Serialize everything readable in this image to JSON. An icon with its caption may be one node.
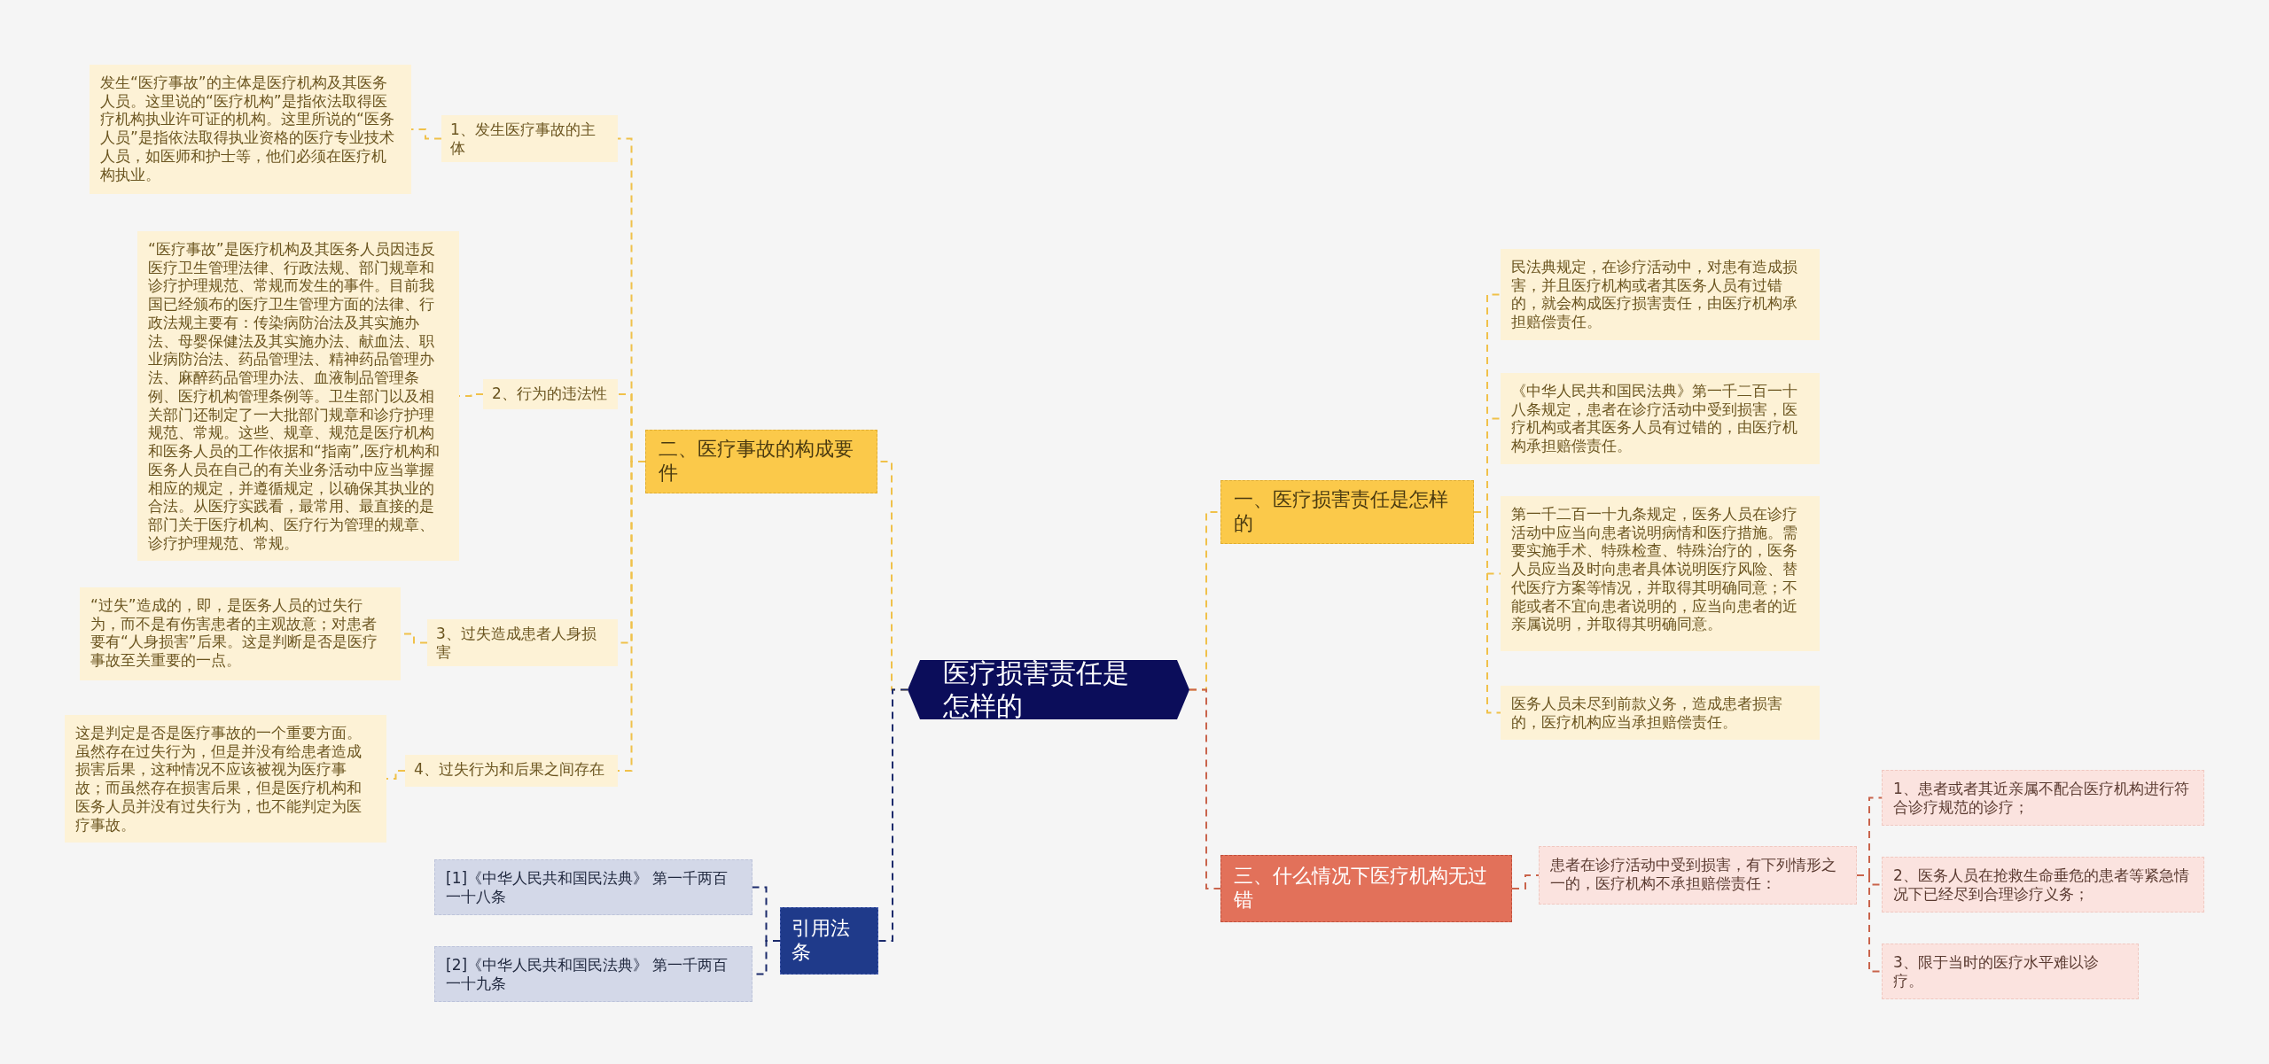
{
  "diagram": {
    "nodes": [
      {
        "text": [
          "医疗损害责任是怎样的"
        ]
      },
      {
        "text": [
          "二、医疗事故的构成要件"
        ]
      },
      {
        "text": [
          "1、发生医疗事故的主体"
        ]
      },
      {
        "text": [
          "发生“医疗事故”的主体是医疗机构及其医务人员。这里说的“医疗机构”是指依法取得医疗机构执业许可证的机构。这里所说的“医务人员”是指依法取得执业资格的医疗专业技术人员，如医师和护士等，他们必须在医疗机构执业。"
        ]
      },
      {
        "text": [
          "2、行为的违法性"
        ]
      },
      {
        "text": [
          "“医疗事故”是医疗机构及其医务人员因违反医疗卫生管理法律、行政法规、部门规章和诊疗护理规范、常规而发生的事件。目前我国已经颁布的医疗卫生管理方面的法律、行政法规主要有：传染病防治法及其实施办法、母婴保健法及其实施办法、献血法、职业病防治法、药品管理法、精神药品管理办法、麻醉药品管理办法、血液制品管理条例、医疗机构管理条例等。卫生部门以及相关部门还制定了一大批部门规章和诊疗护理规范、常规。这些、规章、规范是医疗机构和医务人员的工作依据和“指南”,医疗机构和医务人员在自己的有关业务活动中应当掌握相应的规定，并遵循规定，以确保其执业的合法。从医疗实践看，最常用、最直接的是部门关于医疗机构、医疗行为管理的规章、诊疗护理规范、常规。"
        ]
      },
      {
        "text": [
          "3、过失造成患者人身损害"
        ]
      },
      {
        "text": [
          "“过失”造成的，即，是医务人员的过失行为，而不是有伤害患者的主观故意；对患者要有“人身损害”后果。这是判断是否是医疗事故至关重要的一点。"
        ]
      },
      {
        "text": [
          "4、过失行为和后果之间存在"
        ]
      },
      {
        "text": [
          "这是判定是否是医疗事故的一个重要方面。虽然存在过失行为，但是并没有给患者造成损害后果，这种情况不应该被视为医疗事故；而虽然存在损害后果，但是医疗机构和医务人员并没有过失行为，也不能判定为医疗事故。"
        ]
      },
      {
        "text": [
          "一、医疗损害责任是怎样的"
        ]
      },
      {
        "text": [
          "民法典规定，在诊疗活动中，对患有造成损害，并且医疗机构或者其医务人员有过错的，就会构成医疗损害责任，由医疗机构承担赔偿责任。"
        ]
      },
      {
        "text": [
          "《中华人民共和国民法典》第一千二百一十八条规定，患者在诊疗活动中受到损害，医疗机构或者其医务人员有过错的，由医疗机构承担赔偿责任。"
        ]
      },
      {
        "text": [
          "第一千二百一十九条规定，医务人员在诊疗活动中应当向患者说明病情和医疗措施。需要实施手术、特殊检查、特殊治疗的，医务人员应当及时向患者具体说明医疗风险、替代医疗方案等情况，并取得其明确同意；不能或者不宜向患者说明的，应当向患者的近亲属说明，并取得其明确同意。"
        ]
      },
      {
        "text": [
          "医务人员未尽到前款义务，造成患者损害的，医疗机构应当承担赔偿责任。"
        ]
      },
      {
        "text": [
          "三、什么情况下医疗机构无过错"
        ]
      },
      {
        "text": [
          "患者在诊疗活动中受到损害，有下列情形之一的，医疗机构不承担赔偿责任："
        ]
      },
      {
        "text": [
          "1、患者或者其近亲属不配合医疗机构进行符合诊疗规范的诊疗；"
        ]
      },
      {
        "text": [
          "2、医务人员在抢救生命垂危的患者等紧急情况下已经尽到合理诊疗义务；"
        ]
      },
      {
        "text": [
          "3、限于当时的医疗水平难以诊疗。"
        ]
      },
      {
        "text": [
          "引用法条"
        ]
      },
      {
        "text": [
          "[1]《中华人民共和国民法典》 第一千两百一十八条"
        ]
      },
      {
        "text": [
          "[2]《中华人民共和国民法典》 第一千两百一十九条"
        ]
      }
    ],
    "edges": [
      {
        "from": 0,
        "to": 1,
        "arrow": "none"
      },
      {
        "from": 1,
        "to": 2,
        "arrow": "none"
      },
      {
        "from": 2,
        "to": 3,
        "arrow": "none"
      },
      {
        "from": 1,
        "to": 4,
        "arrow": "none"
      },
      {
        "from": 4,
        "to": 5,
        "arrow": "none"
      },
      {
        "from": 1,
        "to": 6,
        "arrow": "none"
      },
      {
        "from": 6,
        "to": 7,
        "arrow": "none"
      },
      {
        "from": 1,
        "to": 8,
        "arrow": "none"
      },
      {
        "from": 8,
        "to": 9,
        "arrow": "none"
      },
      {
        "from": 0,
        "to": 10,
        "arrow": "none"
      },
      {
        "from": 10,
        "to": 11,
        "arrow": "none"
      },
      {
        "from": 10,
        "to": 12,
        "arrow": "none"
      },
      {
        "from": 10,
        "to": 13,
        "arrow": "none"
      },
      {
        "from": 10,
        "to": 14,
        "arrow": "none"
      },
      {
        "from": 0,
        "to": 15,
        "arrow": "none",
        "color": "#c9644c"
      },
      {
        "from": 15,
        "to": 16,
        "arrow": "none",
        "color": "#c9644c"
      },
      {
        "from": 16,
        "to": 17,
        "arrow": "none",
        "color": "#c9644c"
      },
      {
        "from": 16,
        "to": 18,
        "arrow": "none",
        "color": "#c9644c"
      },
      {
        "from": 16,
        "to": 19,
        "arrow": "none",
        "color": "#c9644c"
      },
      {
        "from": 0,
        "to": 20,
        "arrow": "none",
        "color": "#1b2a6b"
      },
      {
        "from": 20,
        "to": 21,
        "arrow": "none",
        "color": "#1b2a6b"
      },
      {
        "from": 20,
        "to": 22,
        "arrow": "none",
        "color": "#1b2a6b"
      }
    ]
  }
}
